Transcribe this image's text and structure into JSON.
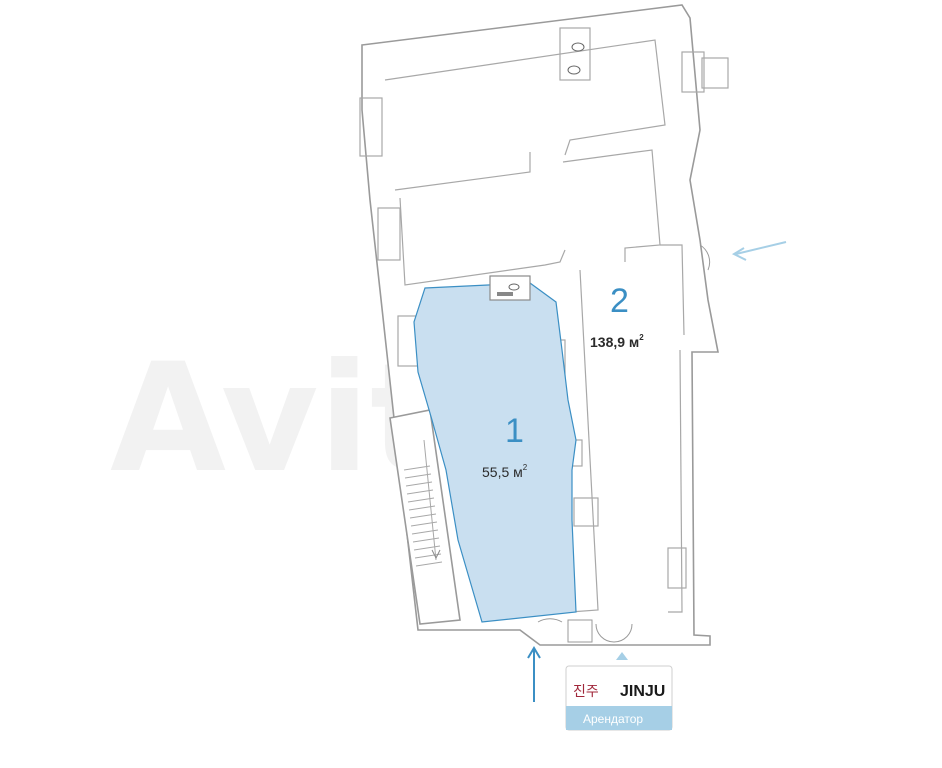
{
  "rooms": [
    {
      "number": "1",
      "area": "55,5 м",
      "area_sup": "2"
    },
    {
      "number": "2",
      "area": "138,9 м",
      "area_sup": "2"
    }
  ],
  "tenant": {
    "logo_glyphs": "진주",
    "name": "JINJU",
    "caption": "Арендатор"
  },
  "colors": {
    "highlight_fill": "#c9dff0",
    "highlight_stroke": "#3b8fc4",
    "accent": "#3b8fc4",
    "logo_red": "#a0273a",
    "caption_bg": "#a6cfe6"
  },
  "watermark_text": "Avito"
}
